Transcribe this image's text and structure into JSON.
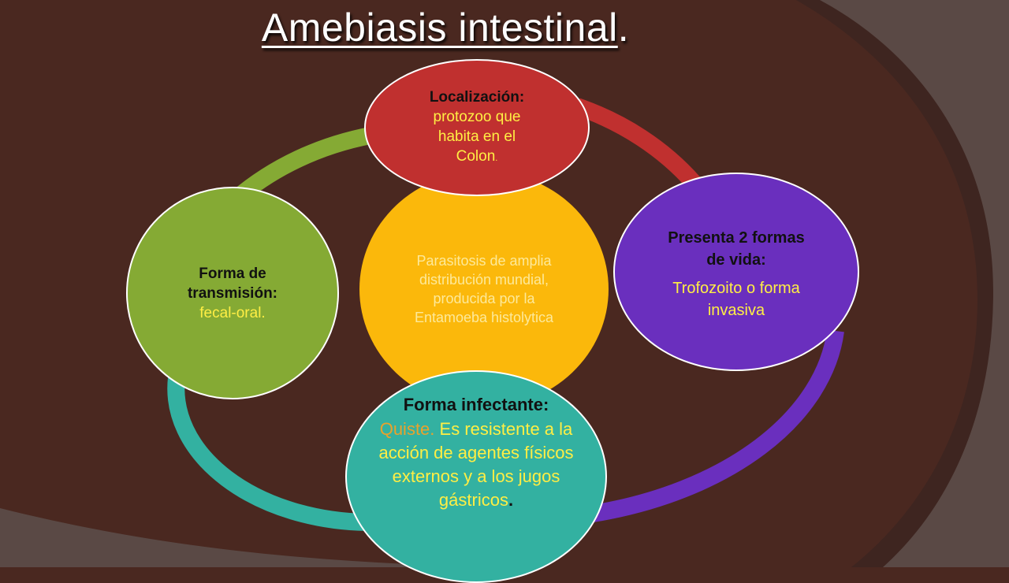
{
  "title": {
    "main": "Amebiasis intestinal",
    "period": "."
  },
  "center": {
    "text": "Parasitosis de amplia distribución mundial, producida por la Entamoeba histolytica"
  },
  "top": {
    "heading": "Localización:",
    "text": "protozoo que habita en el Colon",
    "trail": "."
  },
  "right": {
    "heading": "Presenta 2 formas de vida:",
    "text": "Trofozoito o forma invasiva"
  },
  "left": {
    "heading": "Forma de transmisión:",
    "text": "fecal-oral."
  },
  "bottom": {
    "heading": "Forma infectante:",
    "highlight": "Quiste.",
    "text": "Es resistente a la acción de agentes físicos externos y a los jugos gástricos",
    "trail": "."
  },
  "colors": {
    "background": "#4a2820",
    "center": "#fbb80b",
    "top": "#c0302f",
    "right": "#6a2fbe",
    "left": "#85aa34",
    "bottom": "#33b1a1",
    "highlight_text": "#ffee44"
  }
}
